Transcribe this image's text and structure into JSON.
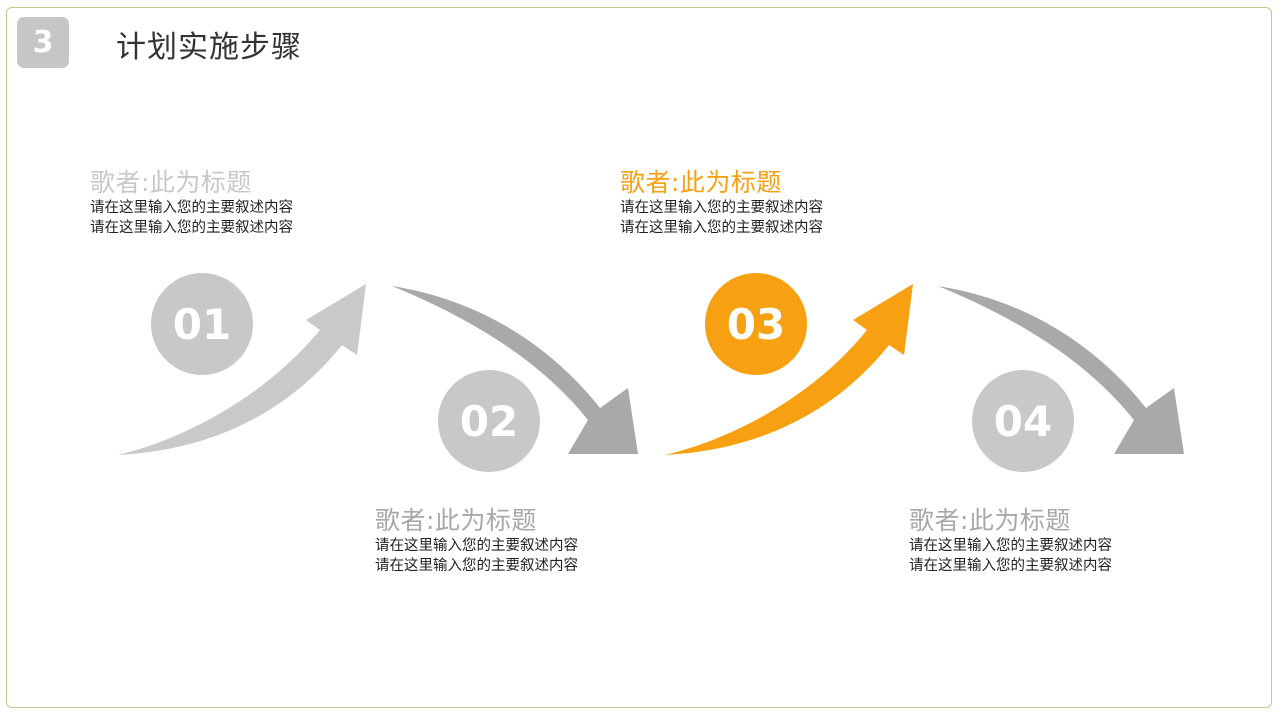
{
  "section": {
    "number": "3",
    "title": "计划实施步骤"
  },
  "colors": {
    "accent": "#f7a012",
    "muted": "#c8c8c8",
    "dark_arrow": "#a8a8a8",
    "frame": "#c6c58d"
  },
  "steps": [
    {
      "number": "01",
      "title": "歌者:此为标题",
      "lines": [
        "请在这里输入您的主要叙述内容",
        "请在这里输入您的主要叙述内容"
      ],
      "highlighted": false
    },
    {
      "number": "02",
      "title": "歌者:此为标题",
      "lines": [
        "请在这里输入您的主要叙述内容",
        "请在这里输入您的主要叙述内容"
      ],
      "highlighted": false
    },
    {
      "number": "03",
      "title": "歌者:此为标题",
      "lines": [
        "请在这里输入您的主要叙述内容",
        "请在这里输入您的主要叙述内容"
      ],
      "highlighted": true
    },
    {
      "number": "04",
      "title": "歌者:此为标题",
      "lines": [
        "请在这里输入您的主要叙述内容",
        "请在这里输入您的主要叙述内容"
      ],
      "highlighted": false
    }
  ]
}
